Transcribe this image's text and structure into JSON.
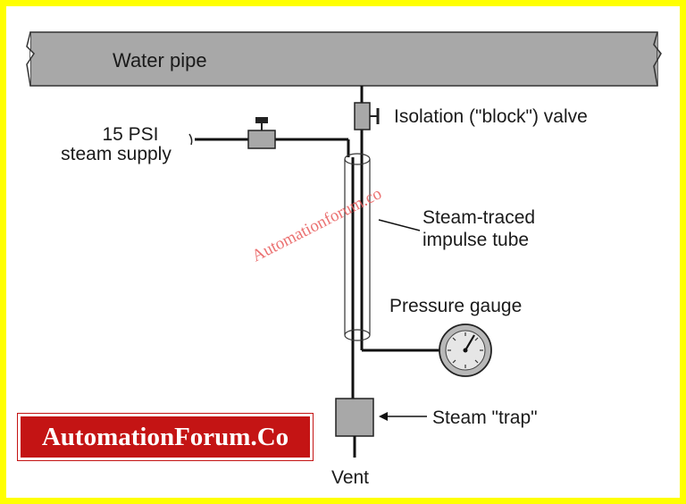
{
  "labels": {
    "water_pipe": "Water pipe",
    "steam_supply_line1": "15 PSI",
    "steam_supply_line2": "steam supply",
    "isolation_valve": "Isolation (\"block\") valve",
    "traced_tube_line1": "Steam-traced",
    "traced_tube_line2": "impulse tube",
    "pressure_gauge": "Pressure gauge",
    "steam_trap": "Steam \"trap\"",
    "vent": "Vent"
  },
  "watermark": "Automationforum.co",
  "brand": "AutomationForum.Co",
  "colors": {
    "frame": "#ffff00",
    "pipe_fill": "#a8a8a8",
    "line": "#111111",
    "brand_bg": "#c41414",
    "watermark": "#e85a5a"
  },
  "icons": [
    "valve-icon",
    "pressure-gauge-icon",
    "steam-trap-icon"
  ]
}
